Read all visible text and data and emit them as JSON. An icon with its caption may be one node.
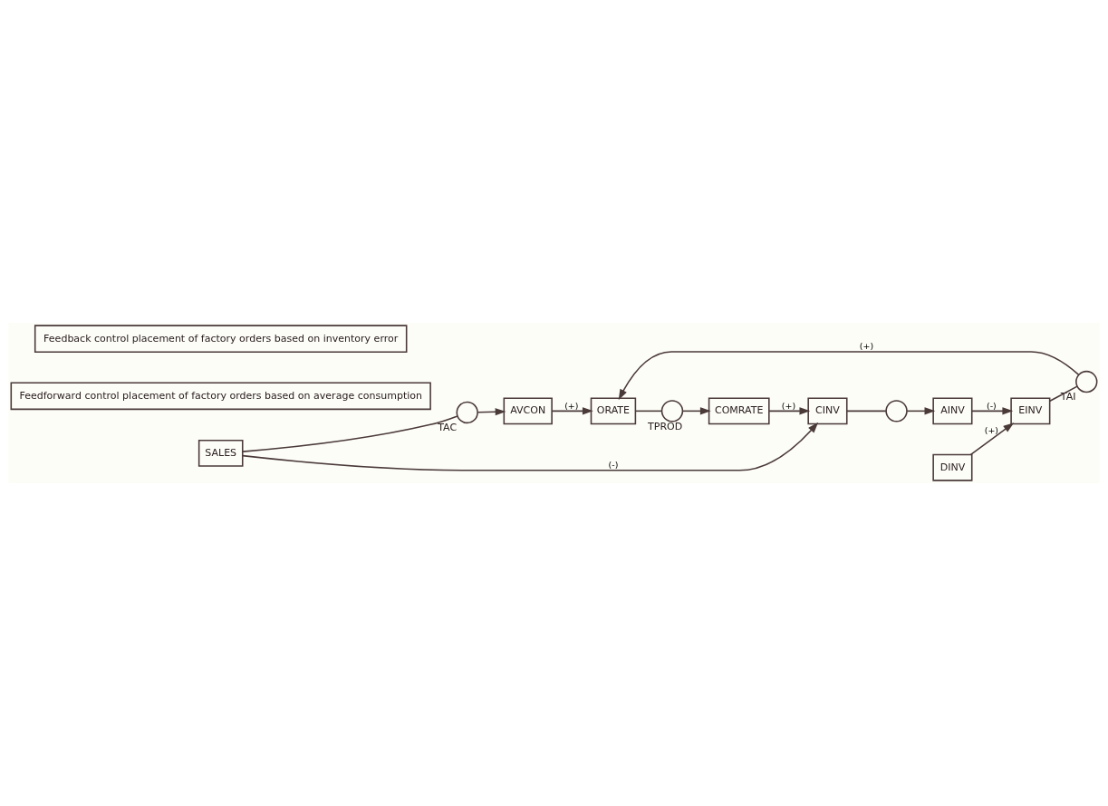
{
  "diagram": {
    "nodes": [
      {
        "text": [
          "SALES"
        ]
      },
      {
        "text": [],
        "shape": "circle",
        "beside": [
          "TAC"
        ]
      },
      {
        "text": [
          "AVCON"
        ]
      },
      {
        "text": [
          "Feedforward control placement of factory orders based on average consumption"
        ]
      },
      {
        "text": [
          "DINV"
        ]
      },
      {
        "text": [
          "EINV"
        ]
      },
      {
        "text": [],
        "shape": "circle",
        "beside": [
          "TAI"
        ]
      },
      {
        "text": [
          "ORATE"
        ]
      },
      {
        "text": [],
        "shape": "circle",
        "beside": [
          "TPROD"
        ]
      },
      {
        "text": [
          "COMRATE"
        ]
      },
      {
        "text": [
          "CINV"
        ]
      },
      {
        "text": [],
        "shape": "circle"
      },
      {
        "text": [
          "AINV"
        ]
      },
      {
        "text": [
          "Feedback control placement of factory orders based on inventory error"
        ]
      }
    ],
    "edges": [
      {
        "from": 0,
        "to": 1,
        "arrow": "none"
      },
      {
        "from": 1,
        "to": 2,
        "arrow": "to"
      },
      {
        "from": 2,
        "to": 7,
        "arrow": "to",
        "label": "(+)"
      },
      {
        "from": 4,
        "to": 5,
        "arrow": "to",
        "label": "(+)"
      },
      {
        "from": 5,
        "to": 6,
        "arrow": "none"
      },
      {
        "from": 6,
        "to": 7,
        "arrow": "to",
        "label": "(+)"
      },
      {
        "from": 7,
        "to": 8,
        "arrow": "none"
      },
      {
        "from": 8,
        "to": 9,
        "arrow": "to"
      },
      {
        "from": 9,
        "to": 10,
        "arrow": "to",
        "label": "(+)"
      },
      {
        "from": 0,
        "to": 10,
        "arrow": "to",
        "label": "(-)"
      },
      {
        "from": 10,
        "to": 11,
        "arrow": "none"
      },
      {
        "from": 11,
        "to": 12,
        "arrow": "to"
      },
      {
        "from": 12,
        "to": 5,
        "arrow": "to",
        "label": "(-)"
      }
    ]
  }
}
